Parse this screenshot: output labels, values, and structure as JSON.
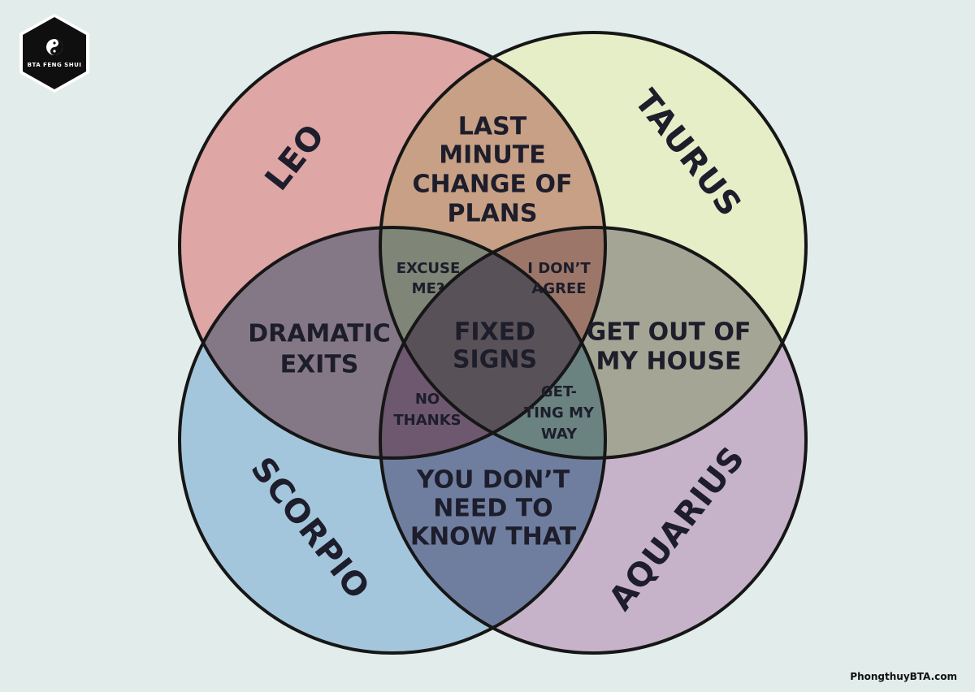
{
  "logo": {
    "text": "BTA FENG SHUI"
  },
  "footer": {
    "text": "PhongthuyBTA.com"
  },
  "signs": {
    "leo": "LEO",
    "taurus": "TAURUS",
    "scorpio": "SCORPIO",
    "aquarius": "AQUARIUS"
  },
  "overlaps": {
    "leo_taurus": [
      "LAST",
      "MINUTE",
      "CHANGE OF",
      "PLANS"
    ],
    "leo_scorpio": [
      "DRAMATIC",
      "EXITS"
    ],
    "taurus_aquarius": [
      "GET OUT OF",
      "MY HOUSE"
    ],
    "scorpio_aquarius": [
      "YOU DON’T",
      "NEED TO",
      "KNOW THAT"
    ],
    "leo_taurus_scorpio": [
      "EXCUSE",
      "ME?"
    ],
    "leo_taurus_aquarius": [
      "I DON’T",
      "AGREE"
    ],
    "leo_scorpio_aquarius": [
      "NO",
      "THANKS"
    ],
    "taurus_scorpio_aquarius": [
      "GET-",
      "TING MY",
      "WAY"
    ],
    "all": [
      "FIXED",
      "SIGNS"
    ]
  },
  "colors": {
    "leo": "#dea6a4",
    "taurus": "#e6eec7",
    "scorpio": "#a4c6dc",
    "aquarius": "#c6b3c9",
    "leo_taurus": "#c7a085",
    "leo_scorpio": "#857886",
    "taurus_aquarius": "#a5a595",
    "scorpio_aquarius": "#6f7e9f",
    "leo_taurus_scorpio": "#7f8577",
    "leo_taurus_aquarius": "#9c7769",
    "leo_scorpio_aquarius": "#6d586f",
    "taurus_scorpio_aquarius": "#6b8380",
    "all": "#585157",
    "outline": "#161616"
  }
}
